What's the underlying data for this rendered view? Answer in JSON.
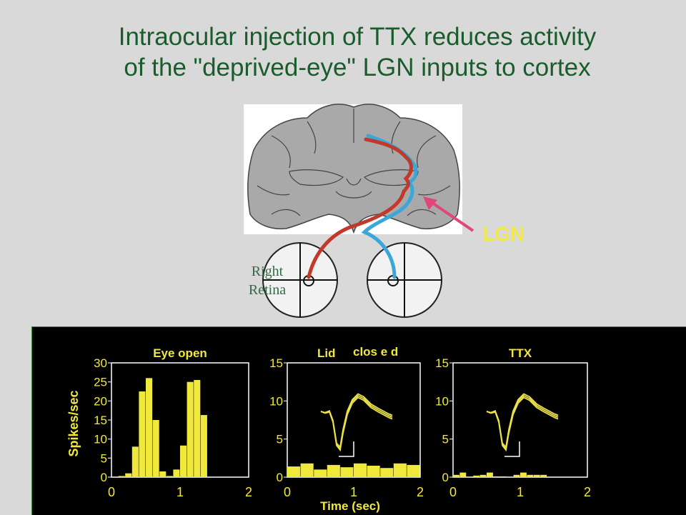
{
  "title": {
    "line1": "Intraocular injection of TTX reduces activity",
    "line2": "of the \"deprived-eye\" LGN inputs to cortex"
  },
  "figure": {
    "lgn_label": "LGN",
    "retina_label": [
      "Right",
      "Retina"
    ],
    "colors": {
      "title": "#1a5c2c",
      "pathway_red": "#c0392b",
      "pathway_blue": "#3aa7d8",
      "lgn_arrow": "#e0457b",
      "label_yellow": "#f3e94a",
      "bar_yellow": "#f0e83a"
    }
  },
  "chart_data": [
    {
      "type": "bar",
      "title": "Eye open",
      "ylabel": "Spikes/sec",
      "ylim": [
        0,
        30
      ],
      "yticks": [
        0,
        5,
        10,
        15,
        20,
        25,
        30
      ],
      "xlim": [
        0,
        2
      ],
      "xticks": [
        0,
        1,
        2
      ],
      "bin_width": 0.1,
      "values": [
        0,
        0.3,
        1,
        8,
        22.5,
        26,
        15,
        1.5,
        0.3,
        2,
        8.3,
        25,
        25.5,
        16.3
      ]
    },
    {
      "type": "bar",
      "title": "Lid closed",
      "title_parts": [
        "Lid",
        "clos e d"
      ],
      "xlabel": "Time (sec)",
      "ylim": [
        0,
        15
      ],
      "yticks": [
        0,
        5,
        10,
        15
      ],
      "xlim": [
        0,
        2
      ],
      "xticks": [
        0,
        1,
        2
      ],
      "bin_width": 0.2,
      "values": [
        1.4,
        1.8,
        1.0,
        1.6,
        1.3,
        1.8,
        1.5,
        1.2,
        1.8,
        1.6
      ],
      "inset": "spike waveform"
    },
    {
      "type": "bar",
      "title": "TTX",
      "ylim": [
        0,
        15
      ],
      "yticks": [
        0,
        5,
        10,
        15
      ],
      "xlim": [
        0,
        2
      ],
      "xticks": [
        0,
        1,
        2
      ],
      "bin_width": 0.1,
      "values": [
        0.3,
        0.6,
        0,
        0.2,
        0.3,
        0.6,
        0.1,
        0.1,
        0,
        0.3,
        0.6,
        0.3,
        0.3,
        0.3
      ],
      "inset": "spike waveform"
    }
  ]
}
